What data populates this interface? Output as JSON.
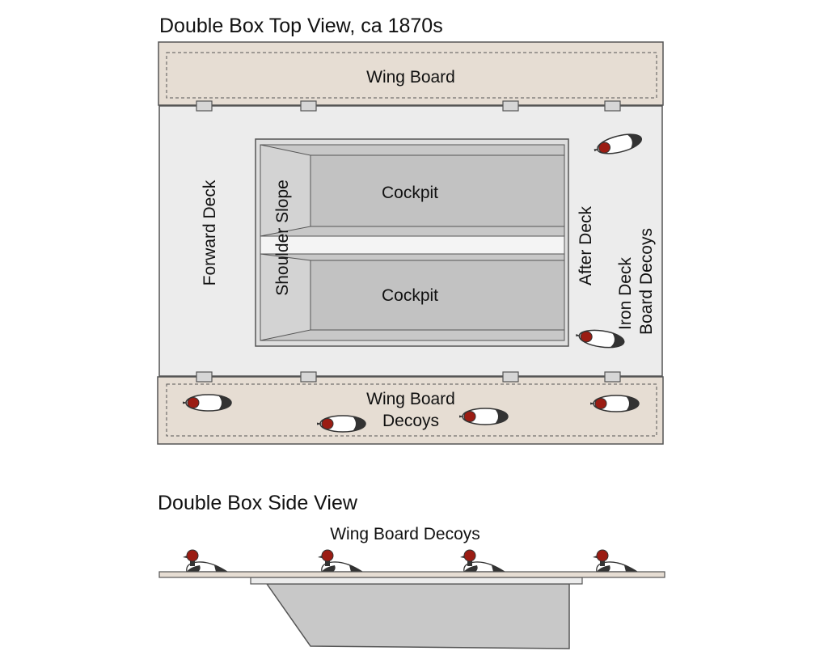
{
  "top_view": {
    "title": "Double Box Top View, ca 1870s",
    "wing_board_top_label": "Wing Board",
    "wing_board_bottom_label_line1": "Wing Board",
    "wing_board_bottom_label_line2": "Decoys",
    "forward_deck_label": "Forward Deck",
    "shoulder_slope_label": "Shoulder Slope",
    "cockpit_top_label": "Cockpit",
    "cockpit_bottom_label": "Cockpit",
    "after_deck_label": "After Deck",
    "iron_deck_decoys_line1": "Iron Deck",
    "iron_deck_decoys_line2": "Board Decoys"
  },
  "side_view": {
    "title": "Double Box Side View",
    "decoys_label": "Wing Board Decoys"
  },
  "colors": {
    "wing_board_fill": "#e6ddd3",
    "deck_fill": "#ececec",
    "cockpit_fill": "#c8c8c8",
    "outline": "#555555",
    "decoy_head": "#9b1c13",
    "decoy_dark": "#333333"
  },
  "icons": [
    "decoy-icon",
    "hinge-icon"
  ]
}
